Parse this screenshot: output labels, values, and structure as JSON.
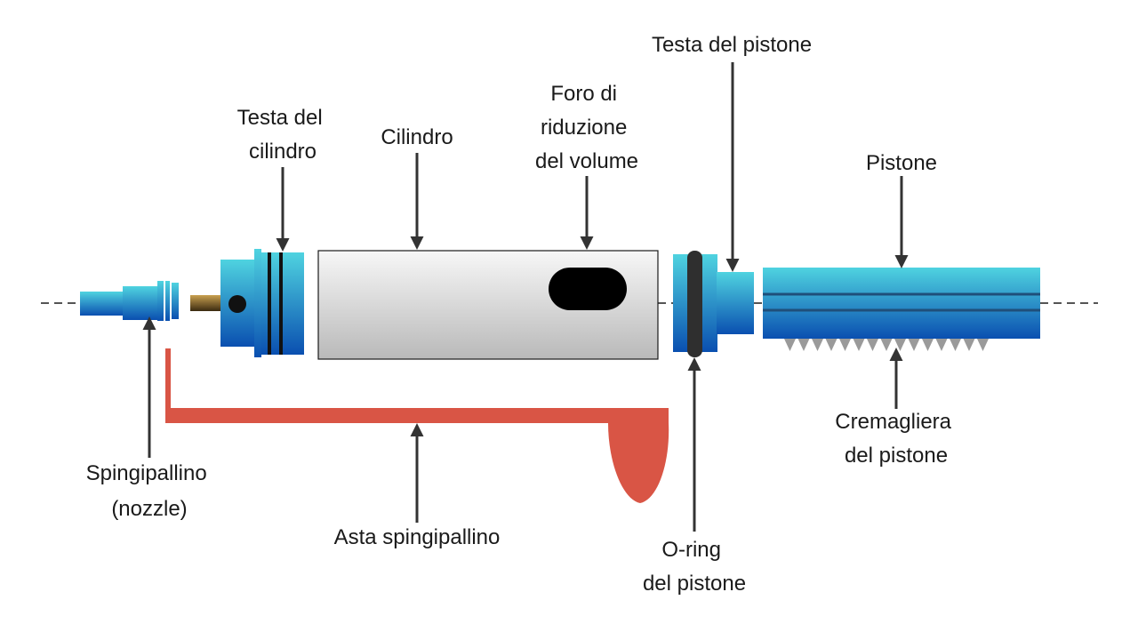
{
  "labels": {
    "cylinder_head": [
      "Testa del",
      "cilindro"
    ],
    "cylinder": [
      "Cilindro"
    ],
    "volume_hole": [
      "Foro di",
      "riduzione",
      "del volume"
    ],
    "piston_head": [
      "Testa del pistone"
    ],
    "piston": [
      "Pistone"
    ],
    "nozzle": [
      "Spingipallino",
      "(nozzle)"
    ],
    "nozzle_rod": [
      "Asta spingipallino"
    ],
    "piston_oring": [
      "O-ring",
      "del pistone"
    ],
    "piston_rack": [
      "Cremagliera",
      "del pistone"
    ]
  },
  "colors": {
    "cyan_top": "#4FD3E0",
    "blue_bottom": "#0A4FB0",
    "cylinder_light": "#F7F7F7",
    "cylinder_dark": "#B9B9B9",
    "rod_red": "#D95545",
    "black": "#111111",
    "arrow": "#333333",
    "teeth": "#9A9A9A",
    "axis": "#555555"
  }
}
